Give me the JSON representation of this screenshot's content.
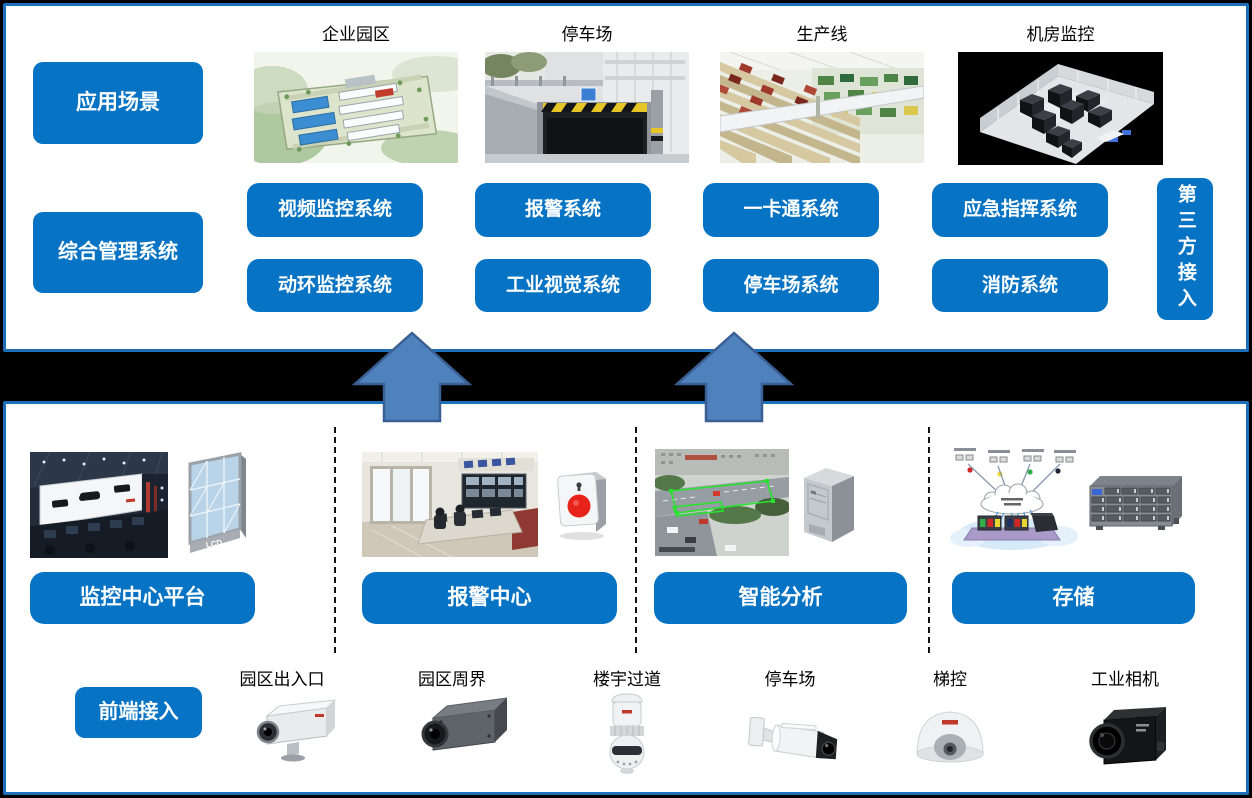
{
  "colors": {
    "accent": "#0773c4",
    "panel_border": "#1e6fba",
    "arrow": "#4f81bd",
    "band": "#000000"
  },
  "top_section": {
    "row_labels": [
      {
        "label": "应用场景"
      },
      {
        "label": "综合管理系统"
      }
    ],
    "scenes": [
      {
        "label": "企业园区",
        "image": "enterprise-park"
      },
      {
        "label": "停车场",
        "image": "parking-entrance"
      },
      {
        "label": "生产线",
        "image": "production-line"
      },
      {
        "label": "机房监控",
        "image": "server-room"
      }
    ],
    "systems_row1": [
      "视频监控系统",
      "报警系统",
      "一卡通系统",
      "应急指挥系统"
    ],
    "systems_row2": [
      "动环监控系统",
      "工业视觉系统",
      "停车场系统",
      "消防系统"
    ],
    "side_button": "第三方接入"
  },
  "bottom_section": {
    "platforms": [
      {
        "label": "监控中心平台",
        "icon": "lcd-wall"
      },
      {
        "label": "报警中心",
        "icon": "alarm-button"
      },
      {
        "label": "智能分析",
        "icon": "tower-server"
      },
      {
        "label": "存储",
        "icon": "storage-rack"
      }
    ],
    "lcd_icon_label": "LCD",
    "frontend_button": "前端接入",
    "devices": [
      {
        "label": "园区出入口",
        "camera": "box-camera-white"
      },
      {
        "label": "园区周界",
        "camera": "box-camera-dark"
      },
      {
        "label": "楼宇过道",
        "camera": "ptz-dome-camera"
      },
      {
        "label": "停车场",
        "camera": "bullet-camera"
      },
      {
        "label": "梯控",
        "camera": "dome-camera"
      },
      {
        "label": "工业相机",
        "camera": "industrial-camera"
      }
    ]
  }
}
